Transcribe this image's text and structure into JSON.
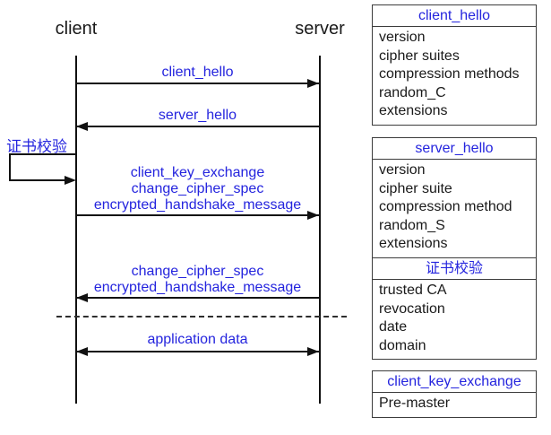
{
  "colors": {
    "accent_blue": "#2424DE",
    "line_black": "#111111",
    "box_border": "#3c3c3c"
  },
  "diagram": {
    "actors": [
      {
        "label": "client"
      },
      {
        "label": "server"
      }
    ],
    "messages": [
      {
        "label": "client_hello",
        "direction": "client-to-server"
      },
      {
        "label": "server_hello",
        "direction": "server-to-client"
      },
      {
        "label": "证书校验",
        "direction": "self-loop-on-client"
      },
      {
        "lines": [
          "client_key_exchange",
          "change_cipher_spec",
          "encrypted_handshake_message"
        ],
        "direction": "client-to-server"
      },
      {
        "lines": [
          "change_cipher_spec",
          "encrypted_handshake_message"
        ],
        "direction": "server-to-client"
      },
      {
        "label": "application data",
        "direction": "bidirectional"
      }
    ]
  },
  "boxes": [
    {
      "title": "client_hello",
      "items": [
        "version",
        "cipher suites",
        "compression methods",
        "random_C",
        "extensions"
      ]
    },
    {
      "title": "server_hello",
      "items": [
        "version",
        "cipher suite",
        "compression method",
        "random_S",
        "extensions"
      ]
    },
    {
      "title": "证书校验",
      "items": [
        "trusted CA",
        "revocation",
        "date",
        "domain"
      ]
    },
    {
      "title": "client_key_exchange",
      "items": [
        "Pre-master"
      ]
    }
  ]
}
